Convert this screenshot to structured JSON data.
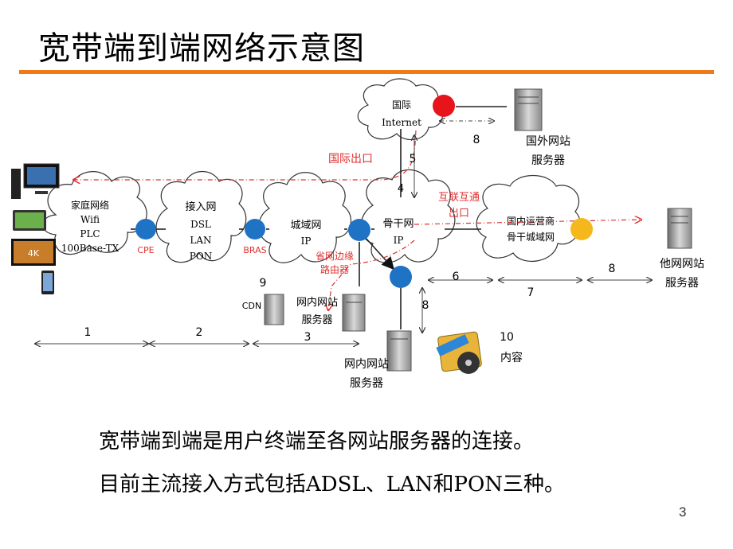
{
  "title": "宽带端到端网络示意图",
  "page_number": "3",
  "body_lines": [
    "宽带端到端是用户终端至各网站服务器的连接。",
    "目前主流接入方式包括ADSL、LAN和PON三种。"
  ],
  "clouds": {
    "home": [
      "家庭网络",
      "Wifi",
      "PLC",
      "100Base-TX"
    ],
    "access": [
      "接入网",
      "DSL",
      "LAN",
      "PON"
    ],
    "metro": [
      "城域网",
      "IP"
    ],
    "backbone": [
      "骨干网",
      "IP"
    ],
    "intl": [
      "国际",
      "Internet"
    ],
    "domestic": [
      "国内运营商",
      "骨干城域网"
    ]
  },
  "node_labels": {
    "cpe": "CPE",
    "bras": "BRAS",
    "edge_router": [
      "省网边缘",
      "路由器"
    ]
  },
  "red_labels": {
    "intl_exit": "国际出口",
    "interconnect": [
      "互联互通",
      "出口"
    ]
  },
  "servers": {
    "foreign": [
      "国外网站",
      "服务器"
    ],
    "other": [
      "他网网站",
      "服务器"
    ],
    "local_upper": [
      "网内网站",
      "服务器"
    ],
    "local_lower": [
      "网内网站",
      "服务器"
    ],
    "cdn": "CDN"
  },
  "content_label": "内容",
  "segment_numbers": {
    "s1": "1",
    "s2": "2",
    "s3": "3",
    "s4": "4",
    "s5": "5",
    "s6": "6",
    "s7": "7",
    "s8a": "8",
    "s8b": "8",
    "s8c": "8",
    "s9": "9",
    "s10": "10"
  },
  "colors": {
    "accent": "#f07a1a",
    "node_blue": "#1f73c4",
    "node_red": "#e8141c",
    "node_yellow": "#f5b81c",
    "dash_red": "#e03030"
  }
}
